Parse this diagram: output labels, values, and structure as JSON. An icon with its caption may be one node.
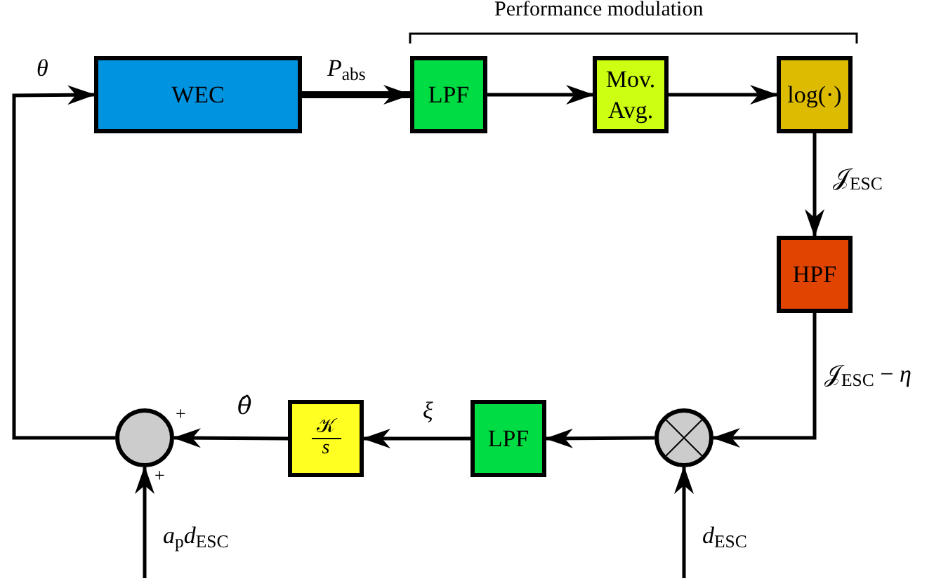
{
  "diagram": {
    "nodes": [
      {
        "text": [
          "WEC"
        ]
      },
      {
        "text": [
          "LPF"
        ]
      },
      {
        "text": [
          "Mov. Avg."
        ]
      },
      {
        "text": [
          "log(·)"
        ]
      },
      {
        "text": [
          "HPF"
        ]
      },
      {
        "text": [],
        "shape": "circle",
        "beside": [
          "+",
          "+"
        ]
      },
      {
        "text": [
          "LPF"
        ]
      },
      {
        "text": [
          "𝒦",
          "*s*"
        ]
      },
      {
        "text": [],
        "shape": "circle"
      }
    ],
    "edges": [
      {
        "from": 0,
        "to": 1,
        "arrow": "to",
        "label": "*P*$_{abs}$",
        "style": "thick"
      },
      {
        "from": 1,
        "to": 2,
        "arrow": "to"
      },
      {
        "from": 2,
        "to": 3,
        "arrow": "to"
      },
      {
        "from": 3,
        "to": 4,
        "arrow": "to",
        "label": "𝒥$_{ESC}$"
      },
      {
        "from": 4,
        "to": 8,
        "arrow": "to",
        "label": "𝒥$_{ESC}$ − *η*"
      },
      {
        "from": 8,
        "to": 6,
        "arrow": "to"
      },
      {
        "from": 6,
        "to": 7,
        "arrow": "to",
        "label": "*ξ*"
      },
      {
        "from": 7,
        "to": 5,
        "arrow": "to",
        "label": "θ̂"
      },
      {
        "from": 5,
        "to": 0,
        "arrow": "to",
        "label": "*θ*"
      },
      {
        "from": null,
        "to": 5,
        "arrow": "to",
        "label": "*a*$_{p}$*d*$_{ESC}$"
      },
      {
        "from": null,
        "to": 8,
        "arrow": "to",
        "label": "*d*$_{ESC}$"
      }
    ],
    "labels": [
      "Performance modulation"
    ]
  }
}
